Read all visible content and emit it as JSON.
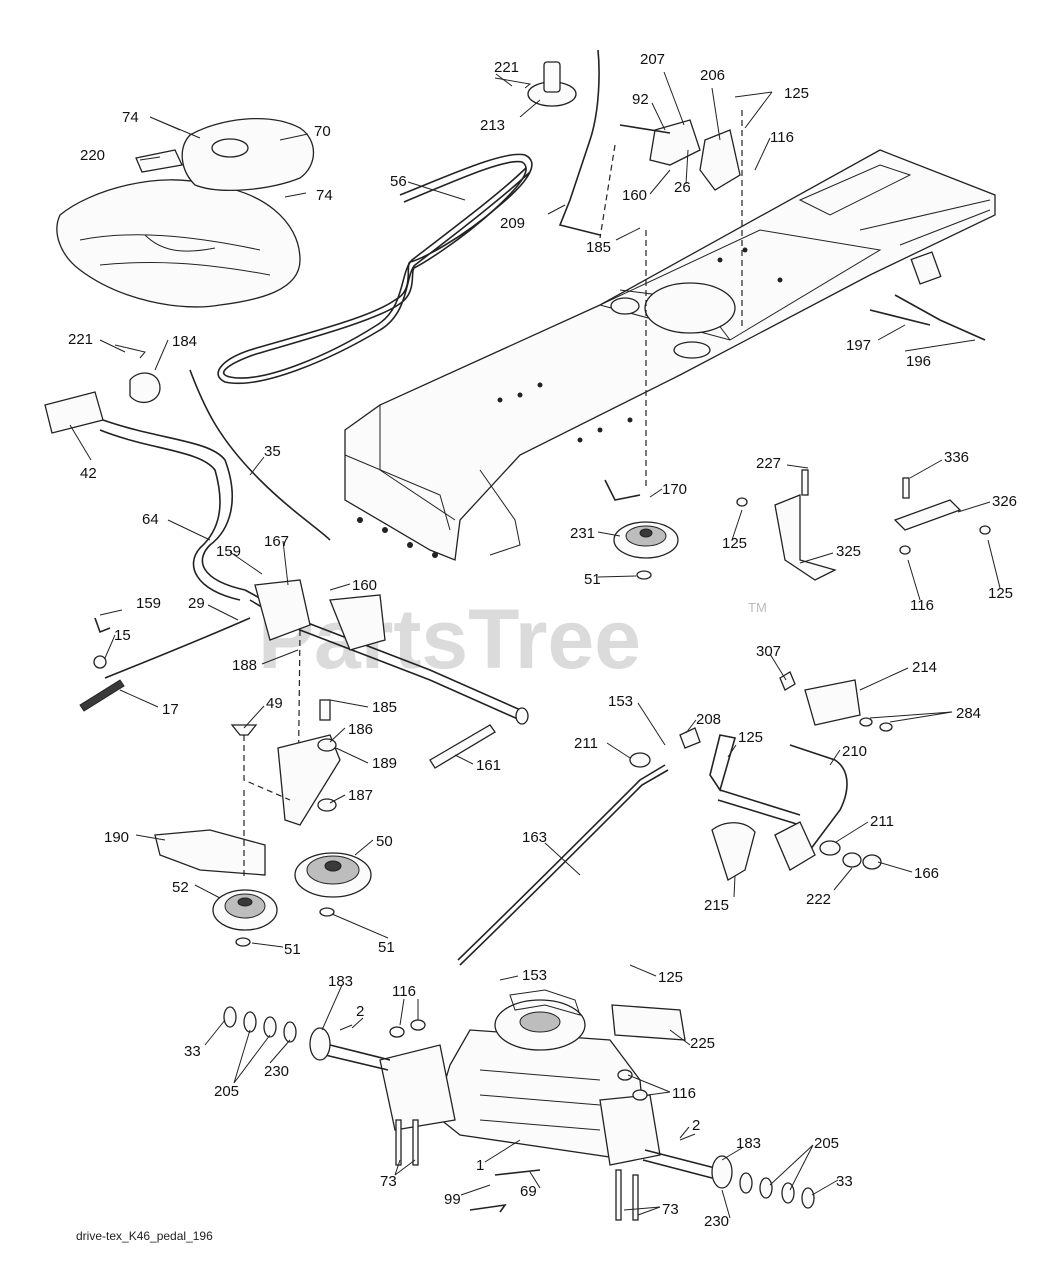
{
  "watermark": {
    "text": "PartsTree",
    "mark": "TM"
  },
  "caption": "drive-tex_K46_pedal_196",
  "callouts": [
    "221",
    "213",
    "207",
    "92",
    "206",
    "125",
    "116",
    "74",
    "70",
    "220",
    "74",
    "56",
    "160",
    "26",
    "209",
    "185",
    "197",
    "196",
    "221",
    "184",
    "42",
    "35",
    "64",
    "159",
    "167",
    "160",
    "159",
    "29",
    "15",
    "17",
    "188",
    "227",
    "336",
    "326",
    "170",
    "231",
    "125",
    "325",
    "51",
    "116",
    "125",
    "307",
    "214",
    "284",
    "49",
    "185",
    "186",
    "189",
    "187",
    "153",
    "208",
    "211",
    "125",
    "210",
    "161",
    "190",
    "50",
    "163",
    "211",
    "222",
    "166",
    "215",
    "52",
    "51",
    "51",
    "183",
    "116",
    "153",
    "125",
    "2",
    "33",
    "205",
    "230",
    "225",
    "116",
    "2",
    "183",
    "205",
    "33",
    "1",
    "73",
    "99",
    "69",
    "73",
    "230"
  ]
}
